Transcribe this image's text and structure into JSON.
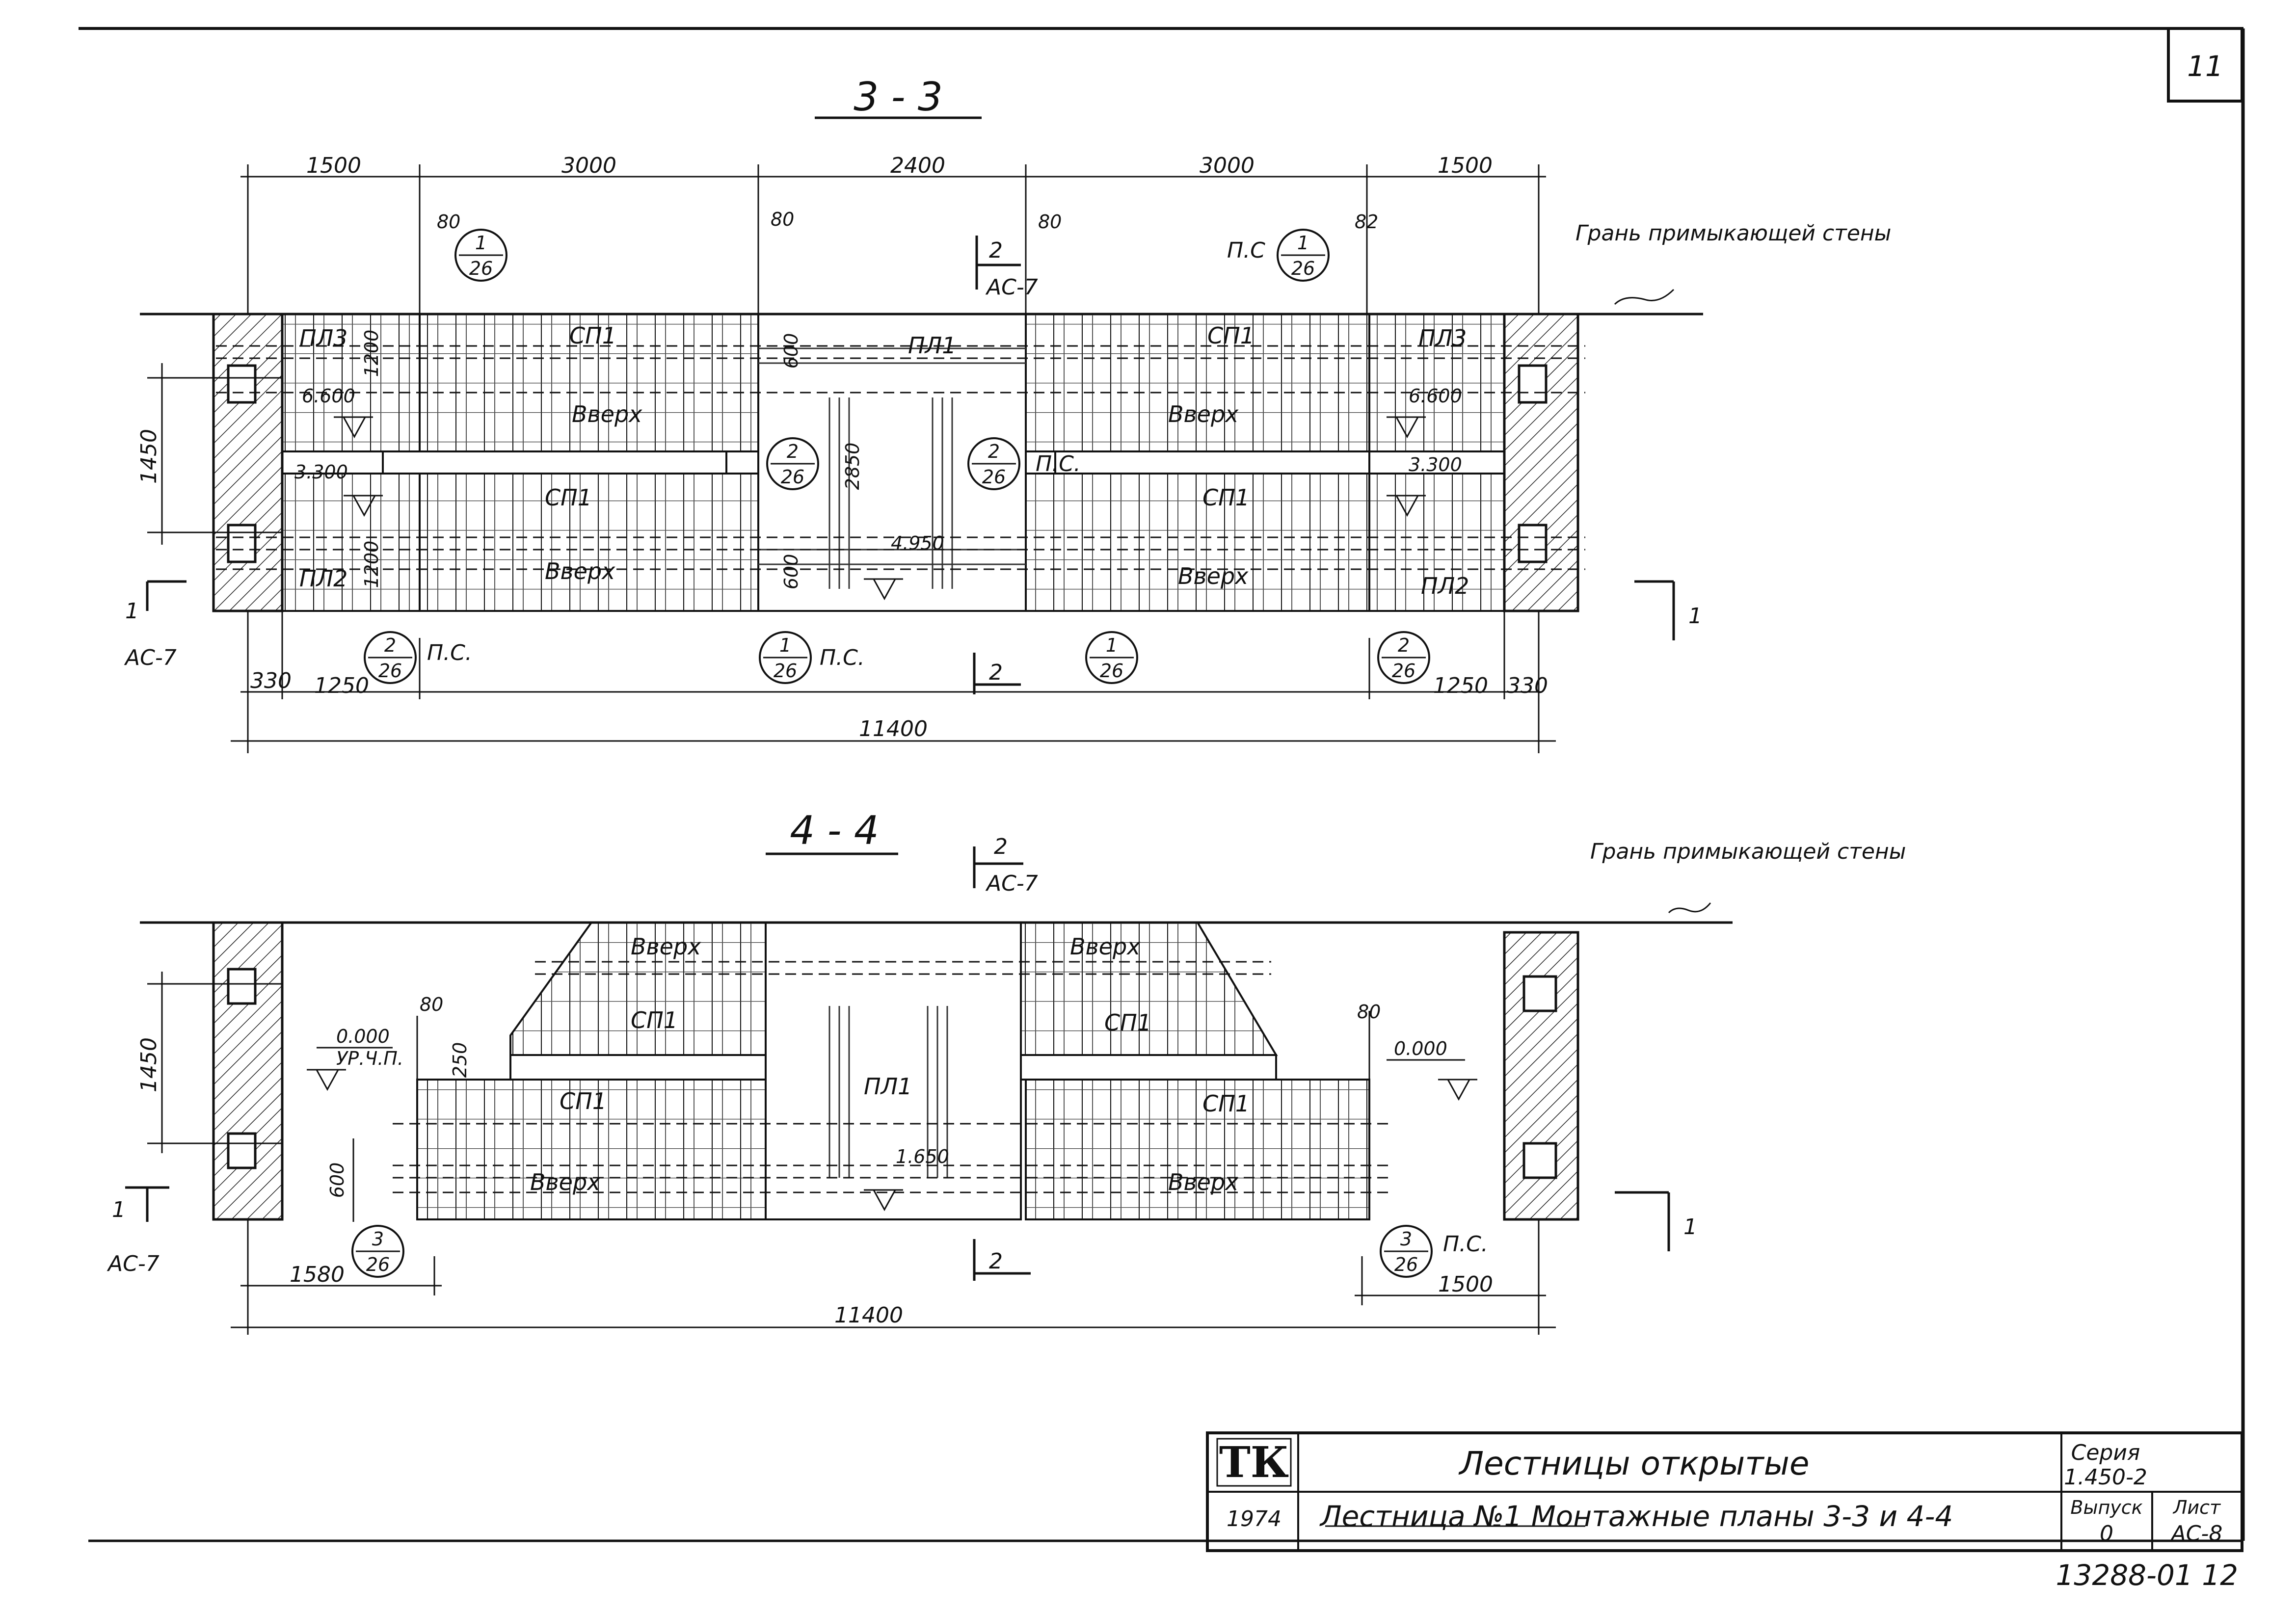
{
  "sheet_number": "11",
  "bottom_number": "13288-01  12",
  "section_33": {
    "title": "3 - 3",
    "top_dims": [
      "1500",
      "3000",
      "2400",
      "3000",
      "1500"
    ],
    "gap_dims": [
      "80",
      "80",
      "80",
      "82"
    ],
    "height_dim": "1450",
    "dim_1200": "1200",
    "dim_600": "600",
    "dim_2850": "2850",
    "dim_1200b": "1200",
    "dim_600b": "600",
    "bottom_dims": [
      "330",
      "1250",
      "1250",
      "330"
    ],
    "total_dim": "11400",
    "wall_label": "Грань примыкающей стены",
    "labels": {
      "pl3_left": "ПЛ3",
      "pl3_right": "ПЛ3",
      "pl2_left": "ПЛ2",
      "pl2_right": "ПЛ2",
      "pl1": "ПЛ1",
      "sp1_a": "СП1",
      "sp1_b": "СП1",
      "sp1_c": "СП1",
      "sp1_d": "СП1",
      "up_a": "Вверх",
      "up_b": "Вверх",
      "up_c": "Вверх",
      "up_d": "Вверх",
      "ps_1": "П.С",
      "ps_2": "П.С.",
      "ps_3": "П.С.",
      "ps_4": "П.С.",
      "elev_left_top": "6.600",
      "elev_right_top": "6.600",
      "elev_left_mid": "3.300",
      "elev_right_mid": "3.300",
      "elev_center": "4.950",
      "cut_left": "1",
      "cut_left_ref": "АС-7",
      "cut_right": "1",
      "cut_top": "2",
      "cut_top_ref": "АС-7",
      "cut_bottom": "2"
    },
    "callouts": [
      {
        "num": "1",
        "den": "26"
      },
      {
        "num": "1",
        "den": "26"
      },
      {
        "num": "2",
        "den": "26"
      },
      {
        "num": "2",
        "den": "26"
      },
      {
        "num": "2",
        "den": "26"
      },
      {
        "num": "1",
        "den": "26"
      },
      {
        "num": "1",
        "den": "26"
      },
      {
        "num": "2",
        "den": "26"
      }
    ]
  },
  "section_44": {
    "title": "4 - 4",
    "height_dim": "1450",
    "dim_80a": "80",
    "dim_80b": "80",
    "dim_250": "250",
    "dim_600": "600",
    "bottom_left_dim": "1580",
    "bottom_right_dim": "1500",
    "total_dim": "11400",
    "wall_label": "Грань примыкающей стены",
    "labels": {
      "up_a": "Вверх",
      "up_b": "Вверх",
      "up_c": "Вверх",
      "up_d": "Вверх",
      "sp1_a": "СП1",
      "sp1_b": "СП1",
      "sp1_c": "СП1",
      "sp1_d": "СП1",
      "pl1": "ПЛ1",
      "elev_left": "0.000",
      "elev_left_sub": "УР.Ч.П.",
      "elev_right": "0.000",
      "elev_center": "1.650",
      "ps_right": "П.С.",
      "cut_left": "1",
      "cut_left_ref": "АС-7",
      "cut_right": "1",
      "cut_top": "2",
      "cut_top_ref": "АС-7",
      "cut_bottom": "2"
    },
    "callouts": [
      {
        "num": "3",
        "den": "26"
      },
      {
        "num": "3",
        "den": "26"
      }
    ]
  },
  "title_block": {
    "logo": "ТК",
    "project": "Лестницы открытые",
    "series_label": "Серия",
    "series_value": "1.450-2",
    "year": "1974",
    "sheet_title": "Лестница №1   Монтажные планы 3-3 и 4-4",
    "issue_label": "Выпуск",
    "issue_value": "0",
    "sheet_label": "Лист",
    "sheet_value": "АС-8"
  }
}
